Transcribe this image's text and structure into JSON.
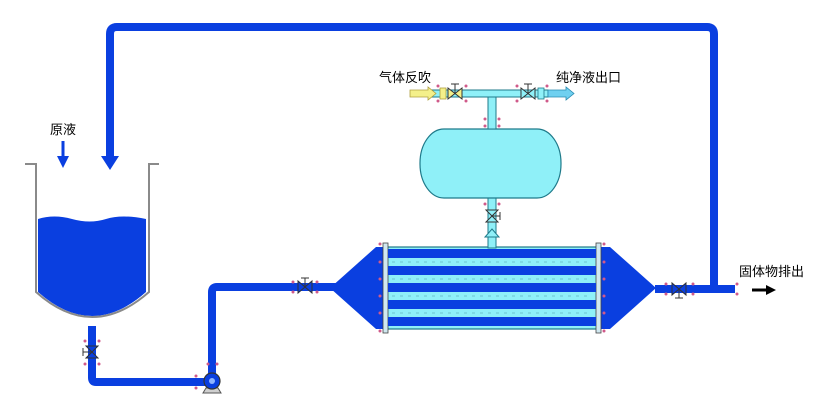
{
  "labels": {
    "raw_liquid": "原液",
    "gas_backblow": "气体反吹",
    "clean_liquid_outlet": "纯净液出口",
    "solids_discharge": "固体物排出"
  },
  "colors": {
    "pipe": "#0a3fe0",
    "liquid": "#0a3fe0",
    "membrane_tube": "#0a3fe0",
    "shell_fill": "#8ff0f8",
    "shell_stroke": "#1f7a8a",
    "gas_arrow": "#f4f08a",
    "clean_arrow": "#6fd0f0",
    "tank_outline": "#888888"
  },
  "icons": [
    "valve-icon",
    "pump-icon",
    "arrow-icon",
    "flange-icon"
  ]
}
